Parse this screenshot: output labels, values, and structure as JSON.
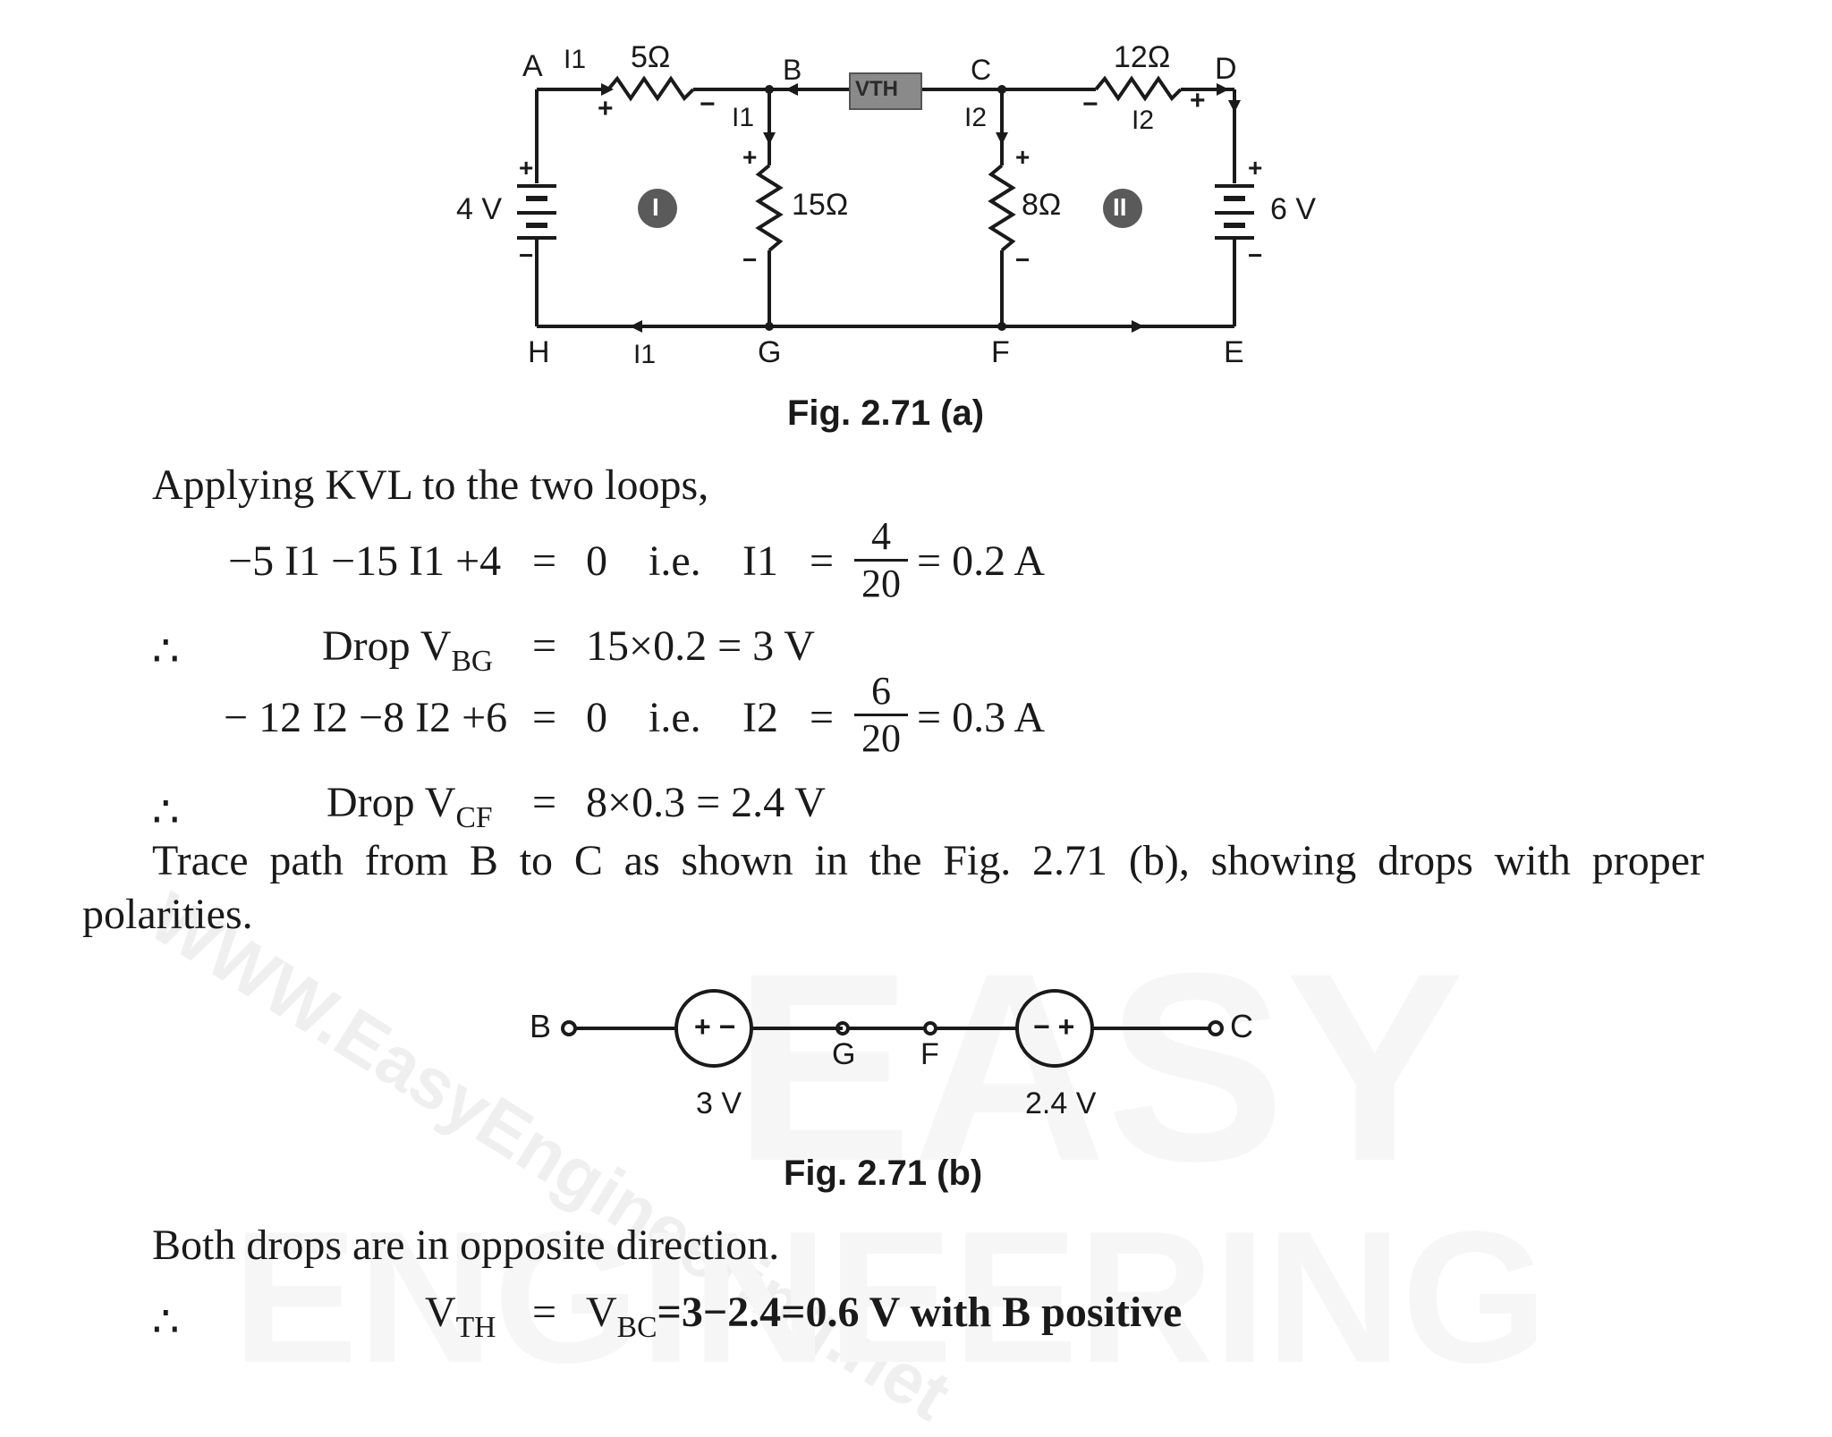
{
  "watermark": {
    "line1": "WWW.EasyEngineering.net",
    "big": "EASY",
    "bottom": "ENGINEERING"
  },
  "fig_a": {
    "nodes": {
      "A": "A",
      "B": "B",
      "C": "C",
      "D": "D",
      "E": "E",
      "F": "F",
      "G": "G",
      "H": "H"
    },
    "r_ab": "5Ω",
    "r_bg": "15Ω",
    "r_cf": "8Ω",
    "r_cd": "12Ω",
    "v_left": "4 V",
    "v_right": "6 V",
    "vth_box": "VTH",
    "loop1": "I",
    "loop2": "II",
    "i1": "I1",
    "i2": "I2",
    "plus": "+",
    "minus": "−",
    "caption": "Fig. 2.71 (a)"
  },
  "text": {
    "intro": "Applying KVL to the two loops,",
    "eq1_lhs": "−5 I1 −15 I1 +4",
    "eq1_eq": "=",
    "eq1_zero": "0",
    "eq1_ie": "i.e.",
    "eq1_var": "I1",
    "eq1_eq2": "=",
    "eq1_num": "4",
    "eq1_den": "20",
    "eq1_res": "= 0.2 A",
    "therefore": "∴",
    "drop1_label": "Drop V",
    "drop1_sub": "BG",
    "drop1_eq": "=",
    "drop1_val": "15×0.2 = 3 V",
    "eq2_lhs": "− 12 I2 −8 I2 +6",
    "eq2_eq": "=",
    "eq2_zero": "0",
    "eq2_ie": "i.e.",
    "eq2_var": "I2",
    "eq2_eq2": "=",
    "eq2_num": "6",
    "eq2_den": "20",
    "eq2_res": "= 0.3 A",
    "drop2_label": "Drop V",
    "drop2_sub": "CF",
    "drop2_eq": "=",
    "drop2_val": "8×0.3 = 2.4 V",
    "trace_line1": "Trace path from B to C as shown in the Fig. 2.71 (b), showing drops with proper",
    "trace_line2": "polarities.",
    "both": "Both drops are in opposite direction.",
    "vth_label": "V",
    "vth_sub": "TH",
    "vth_eq": "=",
    "vth_rhs_v": "V",
    "vth_rhs_sub": "BC",
    "vth_rhs_val": "=3−2.4=0.6 V with B positive"
  },
  "fig_b": {
    "B": "B",
    "G": "G",
    "F": "F",
    "C": "C",
    "src1_pol": "+ −",
    "src2_pol": "− +",
    "src1_val": "3 V",
    "src2_val": "2.4 V",
    "caption": "Fig. 2.71 (b)"
  }
}
